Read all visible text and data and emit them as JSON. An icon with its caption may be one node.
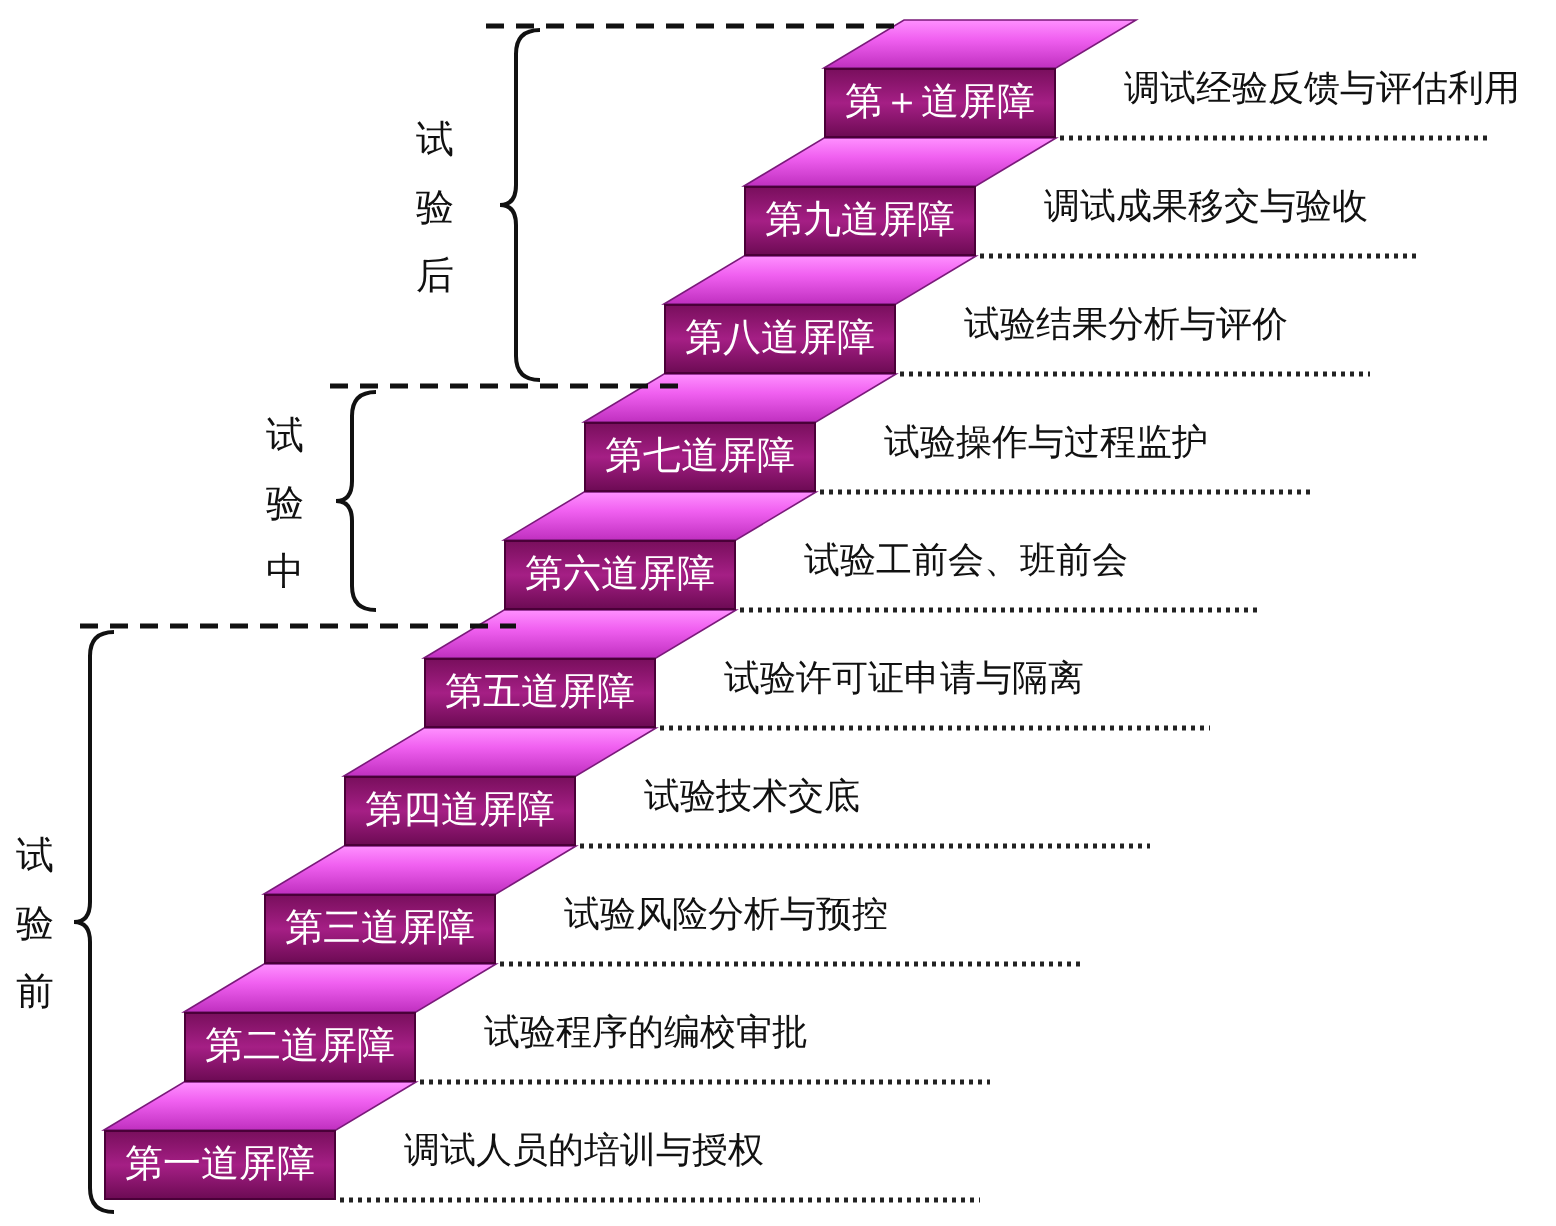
{
  "diagram": {
    "nodes": [
      {
        "text": [
          "第一道屏障"
        ],
        "beside": [
          "调试人员的培训与授权"
        ]
      },
      {
        "text": [
          "第二道屏障"
        ],
        "beside": [
          "试验程序的编校审批"
        ]
      },
      {
        "text": [
          "第三道屏障"
        ],
        "beside": [
          "试验风险分析与预控"
        ]
      },
      {
        "text": [
          "第四道屏障"
        ],
        "beside": [
          "试验技术交底"
        ]
      },
      {
        "text": [
          "第五道屏障"
        ],
        "beside": [
          "试验许可证申请与隔离"
        ]
      },
      {
        "text": [
          "第六道屏障"
        ],
        "beside": [
          "试验工前会、班前会"
        ]
      },
      {
        "text": [
          "第七道屏障"
        ],
        "beside": [
          "试验操作与过程监护"
        ]
      },
      {
        "text": [
          "第八道屏障"
        ],
        "beside": [
          "试验结果分析与评价"
        ]
      },
      {
        "text": [
          "第九道屏障"
        ],
        "beside": [
          "调试成果移交与验收"
        ]
      },
      {
        "text": [
          "第＋道屏障"
        ],
        "beside": [
          "调试经验反馈与评估利用"
        ]
      }
    ],
    "labels": [
      "试验后",
      "试验中",
      "试验前"
    ]
  }
}
